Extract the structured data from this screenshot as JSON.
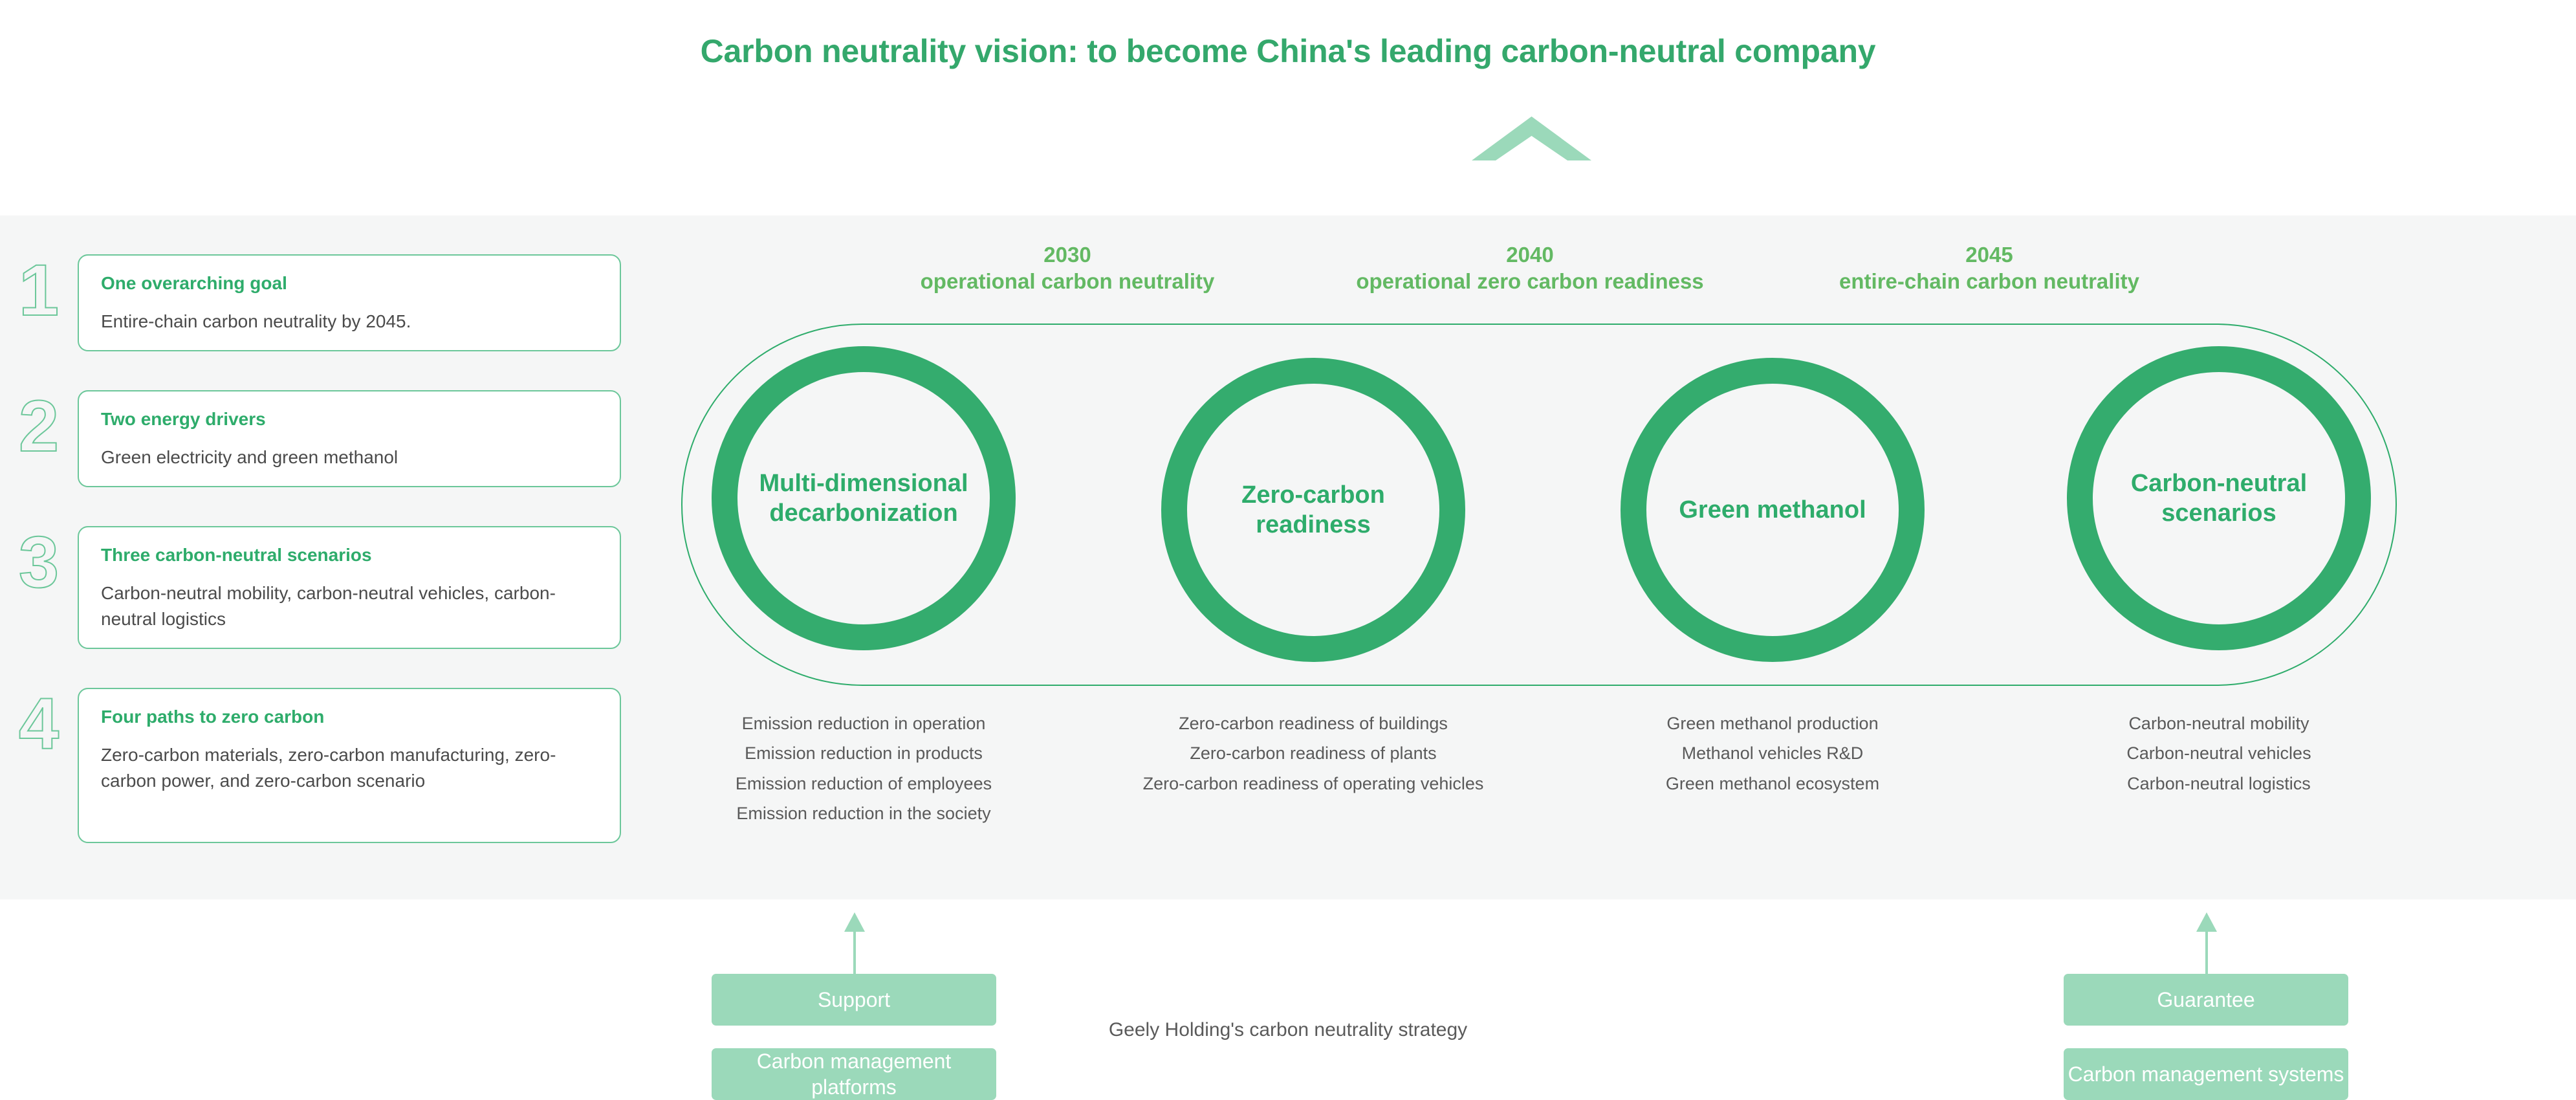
{
  "header": {
    "title": "Carbon neutrality vision: to become China's leading carbon-neutral company",
    "chevron_icon": "chevron-up-icon"
  },
  "colors": {
    "title_green": "#34a86c",
    "ring_green": "#34ac6e",
    "accent_green": "#2eac6b",
    "timeline_green": "#63b963",
    "light_green": "#9bd9ba",
    "panel_gray": "#f5f6f6",
    "body_gray": "#5a5a5a"
  },
  "sidebar": {
    "items": [
      {
        "number": "1",
        "title": "One overarching goal",
        "body": "Entire-chain carbon neutrality by 2045."
      },
      {
        "number": "2",
        "title": "Two energy drivers",
        "body": "Green electricity and green methanol"
      },
      {
        "number": "3",
        "title": "Three carbon-neutral scenarios",
        "body": "Carbon-neutral mobility, carbon-neutral vehicles, carbon-neutral logistics"
      },
      {
        "number": "4",
        "title": "Four paths to zero carbon",
        "body": "Zero-carbon materials, zero-carbon manufacturing, zero-carbon power, and zero-carbon scenario"
      }
    ]
  },
  "timeline": {
    "milestones": [
      {
        "year": "2030",
        "description": "operational carbon neutrality"
      },
      {
        "year": "2040",
        "description": "operational zero carbon readiness"
      },
      {
        "year": "2045",
        "description": "entire-chain carbon neutrality"
      }
    ]
  },
  "stages": [
    {
      "ring_label": "Multi-dimensional decarbonization",
      "items": [
        "Emission reduction in operation",
        "Emission reduction in products",
        "Emission reduction of employees",
        "Emission reduction in the society"
      ]
    },
    {
      "ring_label": "Zero-carbon readiness",
      "items": [
        "Zero-carbon readiness of buildings",
        "Zero-carbon readiness of plants",
        "Zero-carbon readiness of operating vehicles"
      ]
    },
    {
      "ring_label": "Green methanol",
      "items": [
        "Green methanol production",
        "Methanol vehicles R&D",
        "Green methanol ecosystem"
      ]
    },
    {
      "ring_label": "Carbon-neutral scenarios",
      "items": [
        "Carbon-neutral mobility",
        "Carbon-neutral vehicles",
        "Carbon-neutral logistics"
      ]
    }
  ],
  "enablers": [
    {
      "top_label": "Support",
      "bottom_label": "Carbon management platforms"
    },
    {
      "top_label": "Guarantee",
      "bottom_label": "Carbon management systems"
    }
  ],
  "footer": {
    "caption": "Geely Holding's carbon neutrality strategy"
  }
}
